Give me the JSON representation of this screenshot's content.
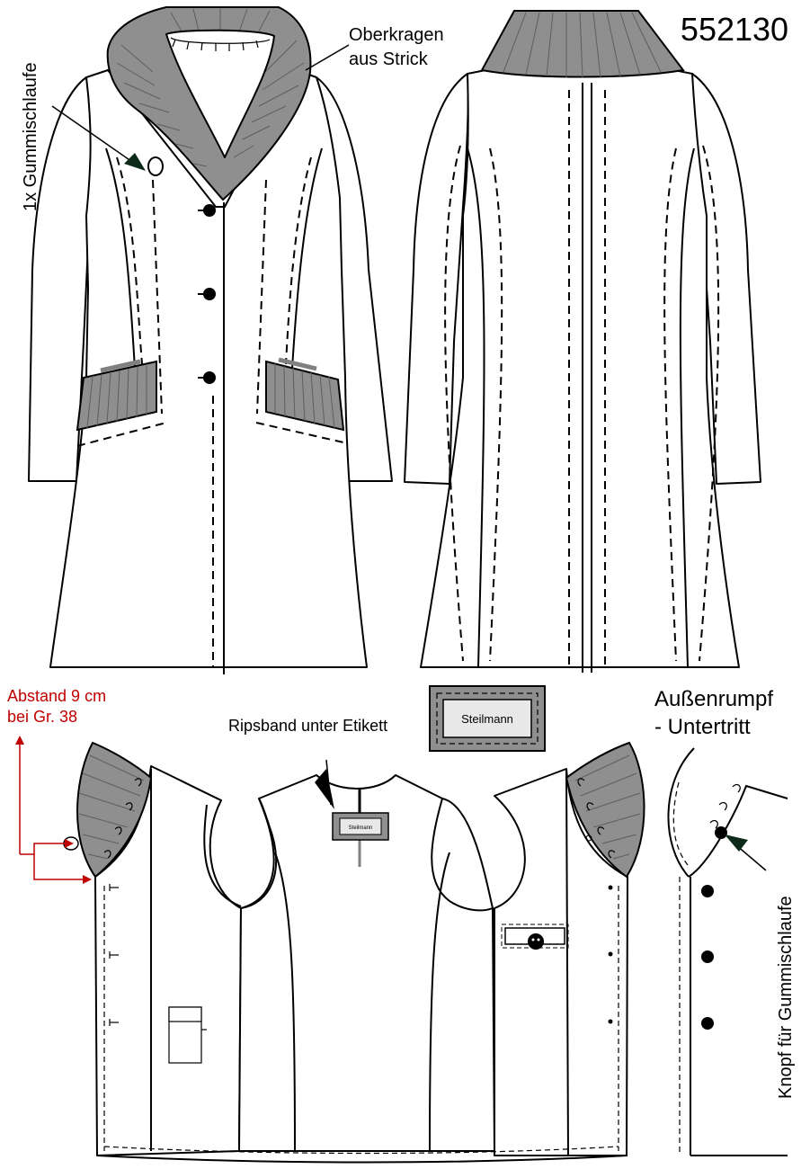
{
  "article_number": "552130",
  "labels": {
    "upper_collar": [
      "Oberkragen",
      "aus Strick"
    ],
    "elastic_loop": "1x Gummischlaufe",
    "distance": [
      "Abstand 9 cm",
      "bei Gr. 38"
    ],
    "grosgrain": "Ripsband unter Etikett",
    "outer_body": [
      "Außenrumpf",
      "- Untertritt"
    ],
    "button_loop": "Knopf für Gummischlaufe"
  },
  "label_brand": "Steilmann",
  "colors": {
    "annotation_red": "#c00000",
    "knit_gray": "#8f8f8f",
    "arrow_dark": "#0d2a1a"
  }
}
